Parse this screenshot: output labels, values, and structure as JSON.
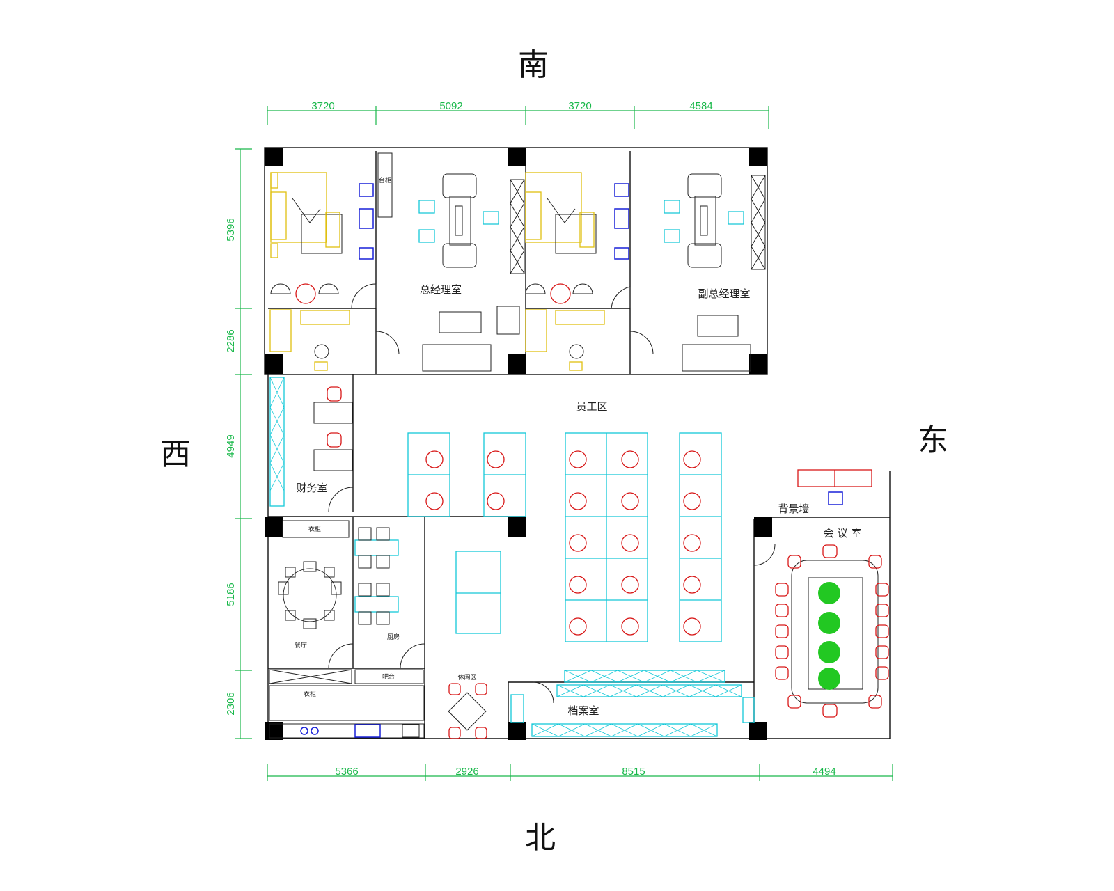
{
  "compass": {
    "south": "南",
    "north": "北",
    "west": "西",
    "east": "东"
  },
  "dimensions": {
    "top": [
      "3720",
      "5092",
      "3720",
      "4584"
    ],
    "bottom": [
      "5366",
      "2926",
      "8515",
      "4494"
    ],
    "left": [
      "5396",
      "2286",
      "4949",
      "5186",
      "2306"
    ]
  },
  "rooms": {
    "general_manager": "总经理室",
    "deputy_manager": "副总经理室",
    "staff_area": "员工区",
    "finance": "财务室",
    "background_wall": "背景墙",
    "meeting_room": "会 议 室",
    "archive": "档案室"
  },
  "small_labels": {
    "cabinet_1": "衣柜",
    "cabinet_2": "衣柜",
    "top_left_note": "台柜",
    "dining_note": "餐厅",
    "kitchen_note": "厨房",
    "counter": "吧台",
    "leisure": "休闲区"
  },
  "colors": {
    "dimension": "#19b84a",
    "furniture_cyan": "#14c8d8",
    "chair_red": "#d81818",
    "chair_blue": "#1820d8",
    "bedroom_yellow": "#e0c010",
    "plant_green": "#22c822"
  }
}
